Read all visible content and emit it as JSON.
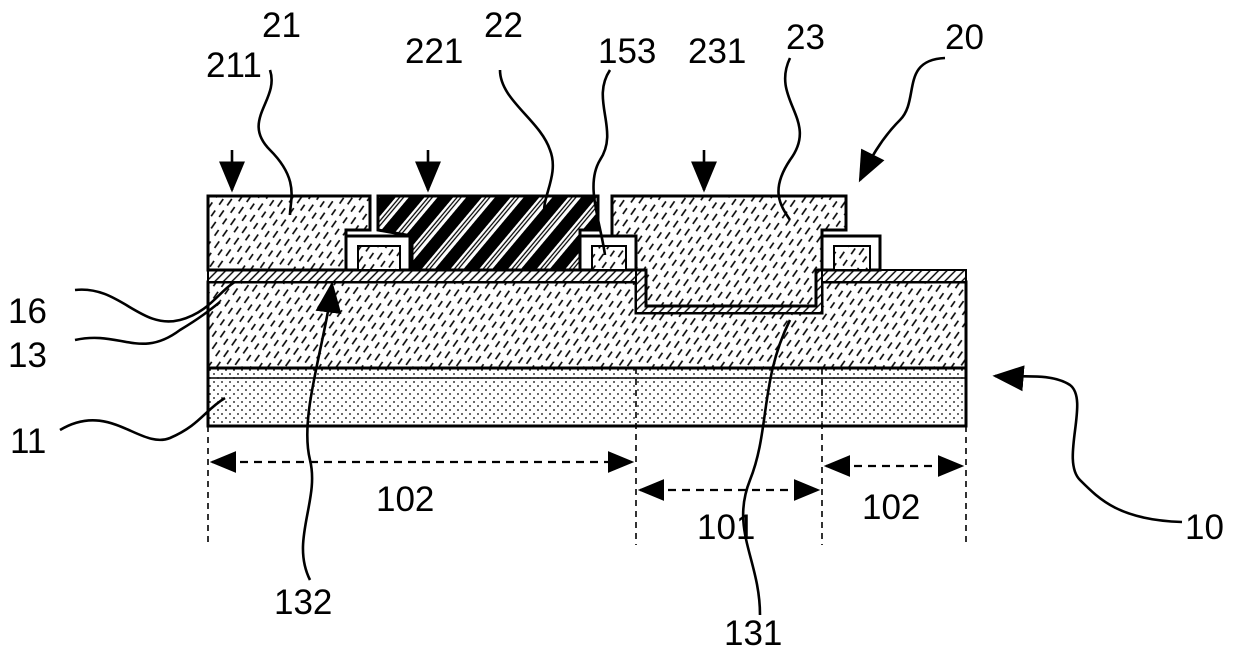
{
  "labels": {
    "l211": "211",
    "l21": "21",
    "l221": "221",
    "l22": "22",
    "l153": "153",
    "l231": "231",
    "l23": "23",
    "l20": "20",
    "l16": "16",
    "l13": "13",
    "l11": "11",
    "l10": "10",
    "l102a": "102",
    "l101": "101",
    "l102b": "102",
    "l132": "132",
    "l131": "131"
  }
}
